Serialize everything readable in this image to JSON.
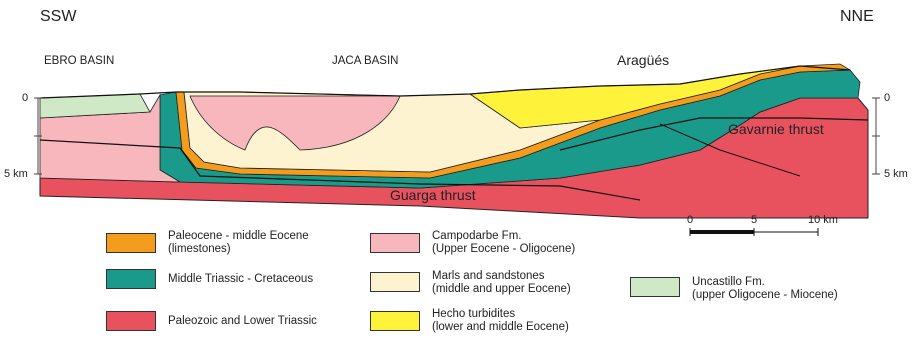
{
  "directions": {
    "left": "SSW",
    "right": "NNE"
  },
  "basins": {
    "ebro": "EBRO BASIN",
    "jaca": "JACA BASIN"
  },
  "places": {
    "aragues": "Aragüés"
  },
  "thrusts": {
    "gavarnie": "Gavarnie thrust",
    "guarga": "Guarga thrust"
  },
  "depth_axis": {
    "zero": "0",
    "five": "5 km"
  },
  "scale_bar": {
    "zero": "0",
    "five": "5",
    "ten": "10 km"
  },
  "colors": {
    "paleocene": "#f39c1e",
    "triassic": "#1a9a8a",
    "paleozoic": "#e8525f",
    "campodarbe": "#f7b7bd",
    "marls": "#fdf3d0",
    "hecho": "#fff23a",
    "uncastillo": "#cfe8c6"
  },
  "legend": [
    {
      "color_key": "paleocene",
      "line1": "Paleocene - middle Eocene",
      "line2": "(limestones)"
    },
    {
      "color_key": "triassic",
      "line1": "Middle Triassic - Cretaceous",
      "line2": ""
    },
    {
      "color_key": "paleozoic",
      "line1": "Paleozoic and Lower Triassic",
      "line2": ""
    },
    {
      "color_key": "campodarbe",
      "line1": "Campodarbe Fm.",
      "line2": "(Upper Eocene - Oligocene)"
    },
    {
      "color_key": "marls",
      "line1": "Marls and sandstones",
      "line2": "(middle and upper Eocene)"
    },
    {
      "color_key": "hecho",
      "line1": "Hecho turbidites",
      "line2": "(lower and middle Eocene)"
    },
    {
      "color_key": "uncastillo",
      "line1": "Uncastillo Fm.",
      "line2": "(upper Oligocene - Miocene)"
    }
  ]
}
